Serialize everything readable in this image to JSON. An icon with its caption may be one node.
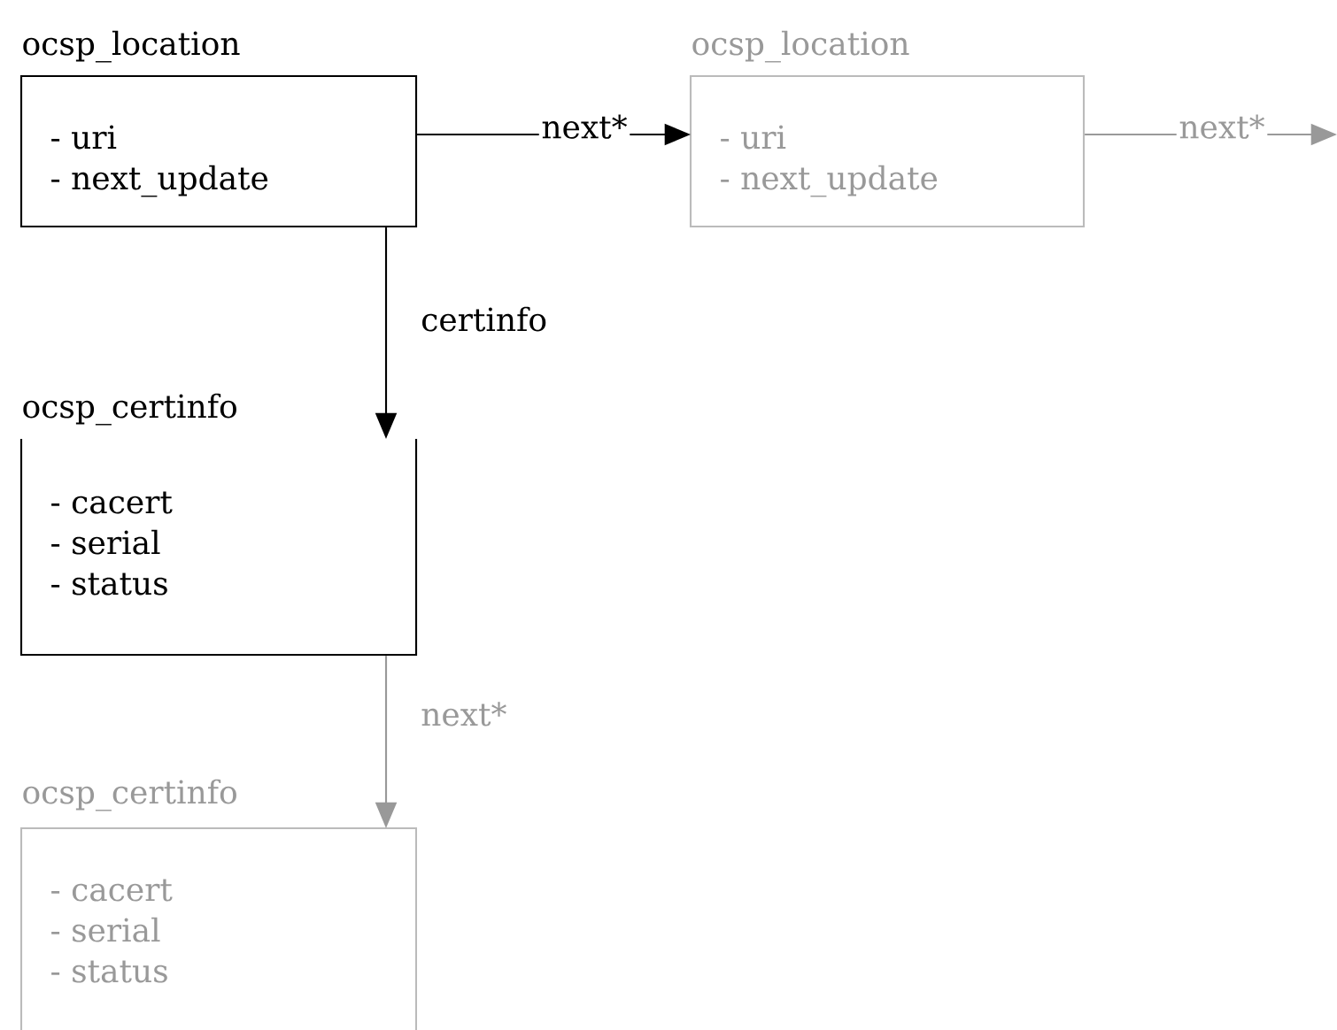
{
  "diagram": {
    "nodes": [
      {
        "text": [
          "ocsp_location",
          "- uri",
          "- next_update"
        ]
      },
      {
        "text": [
          "ocsp_location",
          "- uri",
          "- next_update"
        ]
      },
      {
        "text": [
          "ocsp_certinfo",
          "- cacert",
          "- serial",
          "- status"
        ]
      },
      {
        "text": [
          "ocsp_certinfo",
          "- cacert",
          "- serial",
          "- status"
        ]
      }
    ],
    "edges": [
      {
        "from": 0,
        "to": 1,
        "arrow": "to",
        "label": "next*"
      },
      {
        "from": 1,
        "to": null,
        "arrow": "to",
        "label": "next*",
        "color": "#999999"
      },
      {
        "from": 0,
        "to": 2,
        "arrow": "to",
        "label": "certinfo"
      },
      {
        "from": 2,
        "to": 3,
        "arrow": "to",
        "label": "next*",
        "color": "#999999"
      }
    ]
  }
}
